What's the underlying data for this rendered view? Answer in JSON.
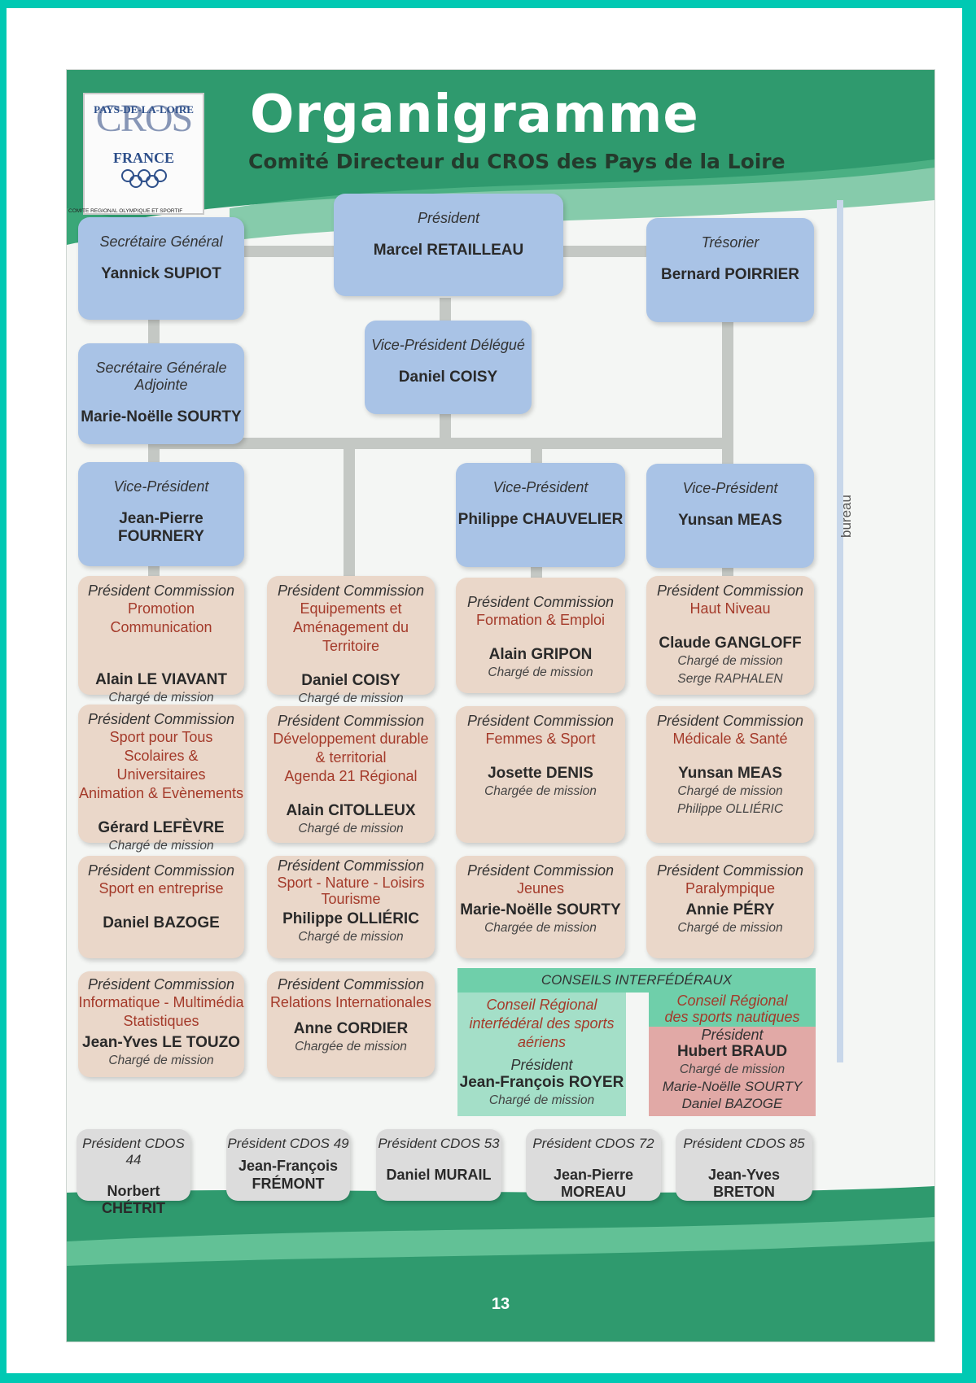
{
  "header": {
    "title": "Organigramme",
    "subtitle": "Comité Directeur du CROS des Pays de la Loire"
  },
  "logo": {
    "acronym": "CROS",
    "region": "PAYS-DE-LA-LOIRE",
    "country": "FRANCE",
    "caption": "COMITE REGIONAL OLYMPIQUE ET SPORTIF"
  },
  "bureau_label": "bureau",
  "bureau": {
    "president": {
      "role": "Président",
      "name": "Marcel RETAILLEAU"
    },
    "secretaire": {
      "role": "Secrétaire Général",
      "name": "Yannick SUPIOT"
    },
    "tresorier": {
      "role": "Trésorier",
      "name": "Bernard POIRRIER"
    },
    "vp_delegue": {
      "role": "Vice-Président Délégué",
      "name": "Daniel COISY"
    },
    "secretaire_adjointe": {
      "role": "Secrétaire Générale Adjointe",
      "name": "Marie-Noëlle SOURTY"
    },
    "vp1": {
      "role": "Vice-Président",
      "name": "Jean-Pierre FOURNERY"
    },
    "vp2": {
      "role": "Vice-Président",
      "name": "Philippe CHAUVELIER"
    },
    "vp3": {
      "role": "Vice-Président",
      "name": "Yunsan MEAS"
    }
  },
  "commissions": {
    "c1": {
      "role": "Président Commission",
      "comm1": "Promotion Communication",
      "name": "Alain LE VIAVANT",
      "cm": "Chargé de mission"
    },
    "c2": {
      "role": "Président Commission",
      "comm1": "Equipements et",
      "comm2": "Aménagement du Territoire",
      "name": "Daniel COISY",
      "cm": "Chargé de mission"
    },
    "c3": {
      "role": "Président Commission",
      "comm1": "Formation & Emploi",
      "name": "Alain GRIPON",
      "cm": "Chargé de mission"
    },
    "c4": {
      "role": "Président Commission",
      "comm1": "Haut Niveau",
      "name": "Claude GANGLOFF",
      "cm": "Chargé de mission",
      "cm_name": "Serge RAPHALEN"
    },
    "c5": {
      "role": "Président Commission",
      "comm1": "Sport pour Tous",
      "comm2": "Scolaires & Universitaires",
      "comm3": "Animation & Evènements",
      "name": "Gérard LEFÈVRE",
      "cm": "Chargé de mission"
    },
    "c6": {
      "role": "Président Commission",
      "comm1": "Développement durable",
      "comm2": "& territorial",
      "comm3": "Agenda 21 Régional",
      "name": "Alain CITOLLEUX",
      "cm": "Chargé de mission"
    },
    "c7": {
      "role": "Président Commission",
      "comm1": "Femmes & Sport",
      "name": "Josette DENIS",
      "cm": "Chargée de mission"
    },
    "c8": {
      "role": "Président Commission",
      "comm1": "Médicale & Santé",
      "name": "Yunsan MEAS",
      "cm": "Chargé de mission",
      "cm_name": "Philippe OLLIÉRIC"
    },
    "c9": {
      "role": "Président Commission",
      "comm1": "Sport en entreprise",
      "name": "Daniel BAZOGE"
    },
    "c10": {
      "role": "Président Commission",
      "comm1": "Sport - Nature - Loisirs",
      "comm2": "Tourisme",
      "name": "Philippe OLLIÉRIC",
      "cm": "Chargé de mission"
    },
    "c11": {
      "role": "Président Commission",
      "comm1": "Jeunes",
      "name": "Marie-Noëlle SOURTY",
      "cm": "Chargée de mission"
    },
    "c12": {
      "role": "Président Commission",
      "comm1": "Paralympique",
      "name": "Annie PÉRY",
      "cm": "Chargé de mission"
    },
    "c13": {
      "role": "Président Commission",
      "comm1": "Informatique - Multimédia",
      "comm2": "Statistiques",
      "name": "Jean-Yves LE TOUZO",
      "cm": "Chargé de mission"
    },
    "c14": {
      "role": "Président Commission",
      "comm1": "Relations Internationales",
      "name": "Anne CORDIER",
      "cm": "Chargée de mission"
    }
  },
  "conseils": {
    "heading": "CONSEILS INTERFÉDÉRAUX",
    "left": {
      "title1": "Conseil Régional",
      "title2": "interfédéral des sports aériens",
      "role": "Président",
      "name": "Jean-François ROYER",
      "cm": "Chargé de mission"
    },
    "right": {
      "title1": "Conseil Régional",
      "title2": "des sports nautiques",
      "role": "Président",
      "name": "Hubert BRAUD",
      "cm": "Chargé de mission",
      "cm_name1": "Marie-Noëlle SOURTY",
      "cm_name2": "Daniel BAZOGE"
    }
  },
  "cdos": [
    {
      "role": "Président CDOS 44",
      "name": "Norbert CHÉTRIT"
    },
    {
      "role": "Président CDOS 49",
      "name": "Jean-François",
      "name2": "FRÉMONT"
    },
    {
      "role": "Président CDOS 53",
      "name": "Daniel MURAIL"
    },
    {
      "role": "Président CDOS 72",
      "name": "Jean-Pierre MOREAU"
    },
    {
      "role": "Président CDOS 85",
      "name": "Jean-Yves BRETON"
    }
  ],
  "page_number": "13",
  "colors": {
    "frame": "#00c9b3",
    "bureau_box": "#a9c3e6",
    "commission_box": "#ead7c9",
    "cdos_box": "#dcdcdc",
    "accent_text": "#a43a2a",
    "council_green": "#6fcfaa",
    "council_red": "#e1a9a6"
  }
}
